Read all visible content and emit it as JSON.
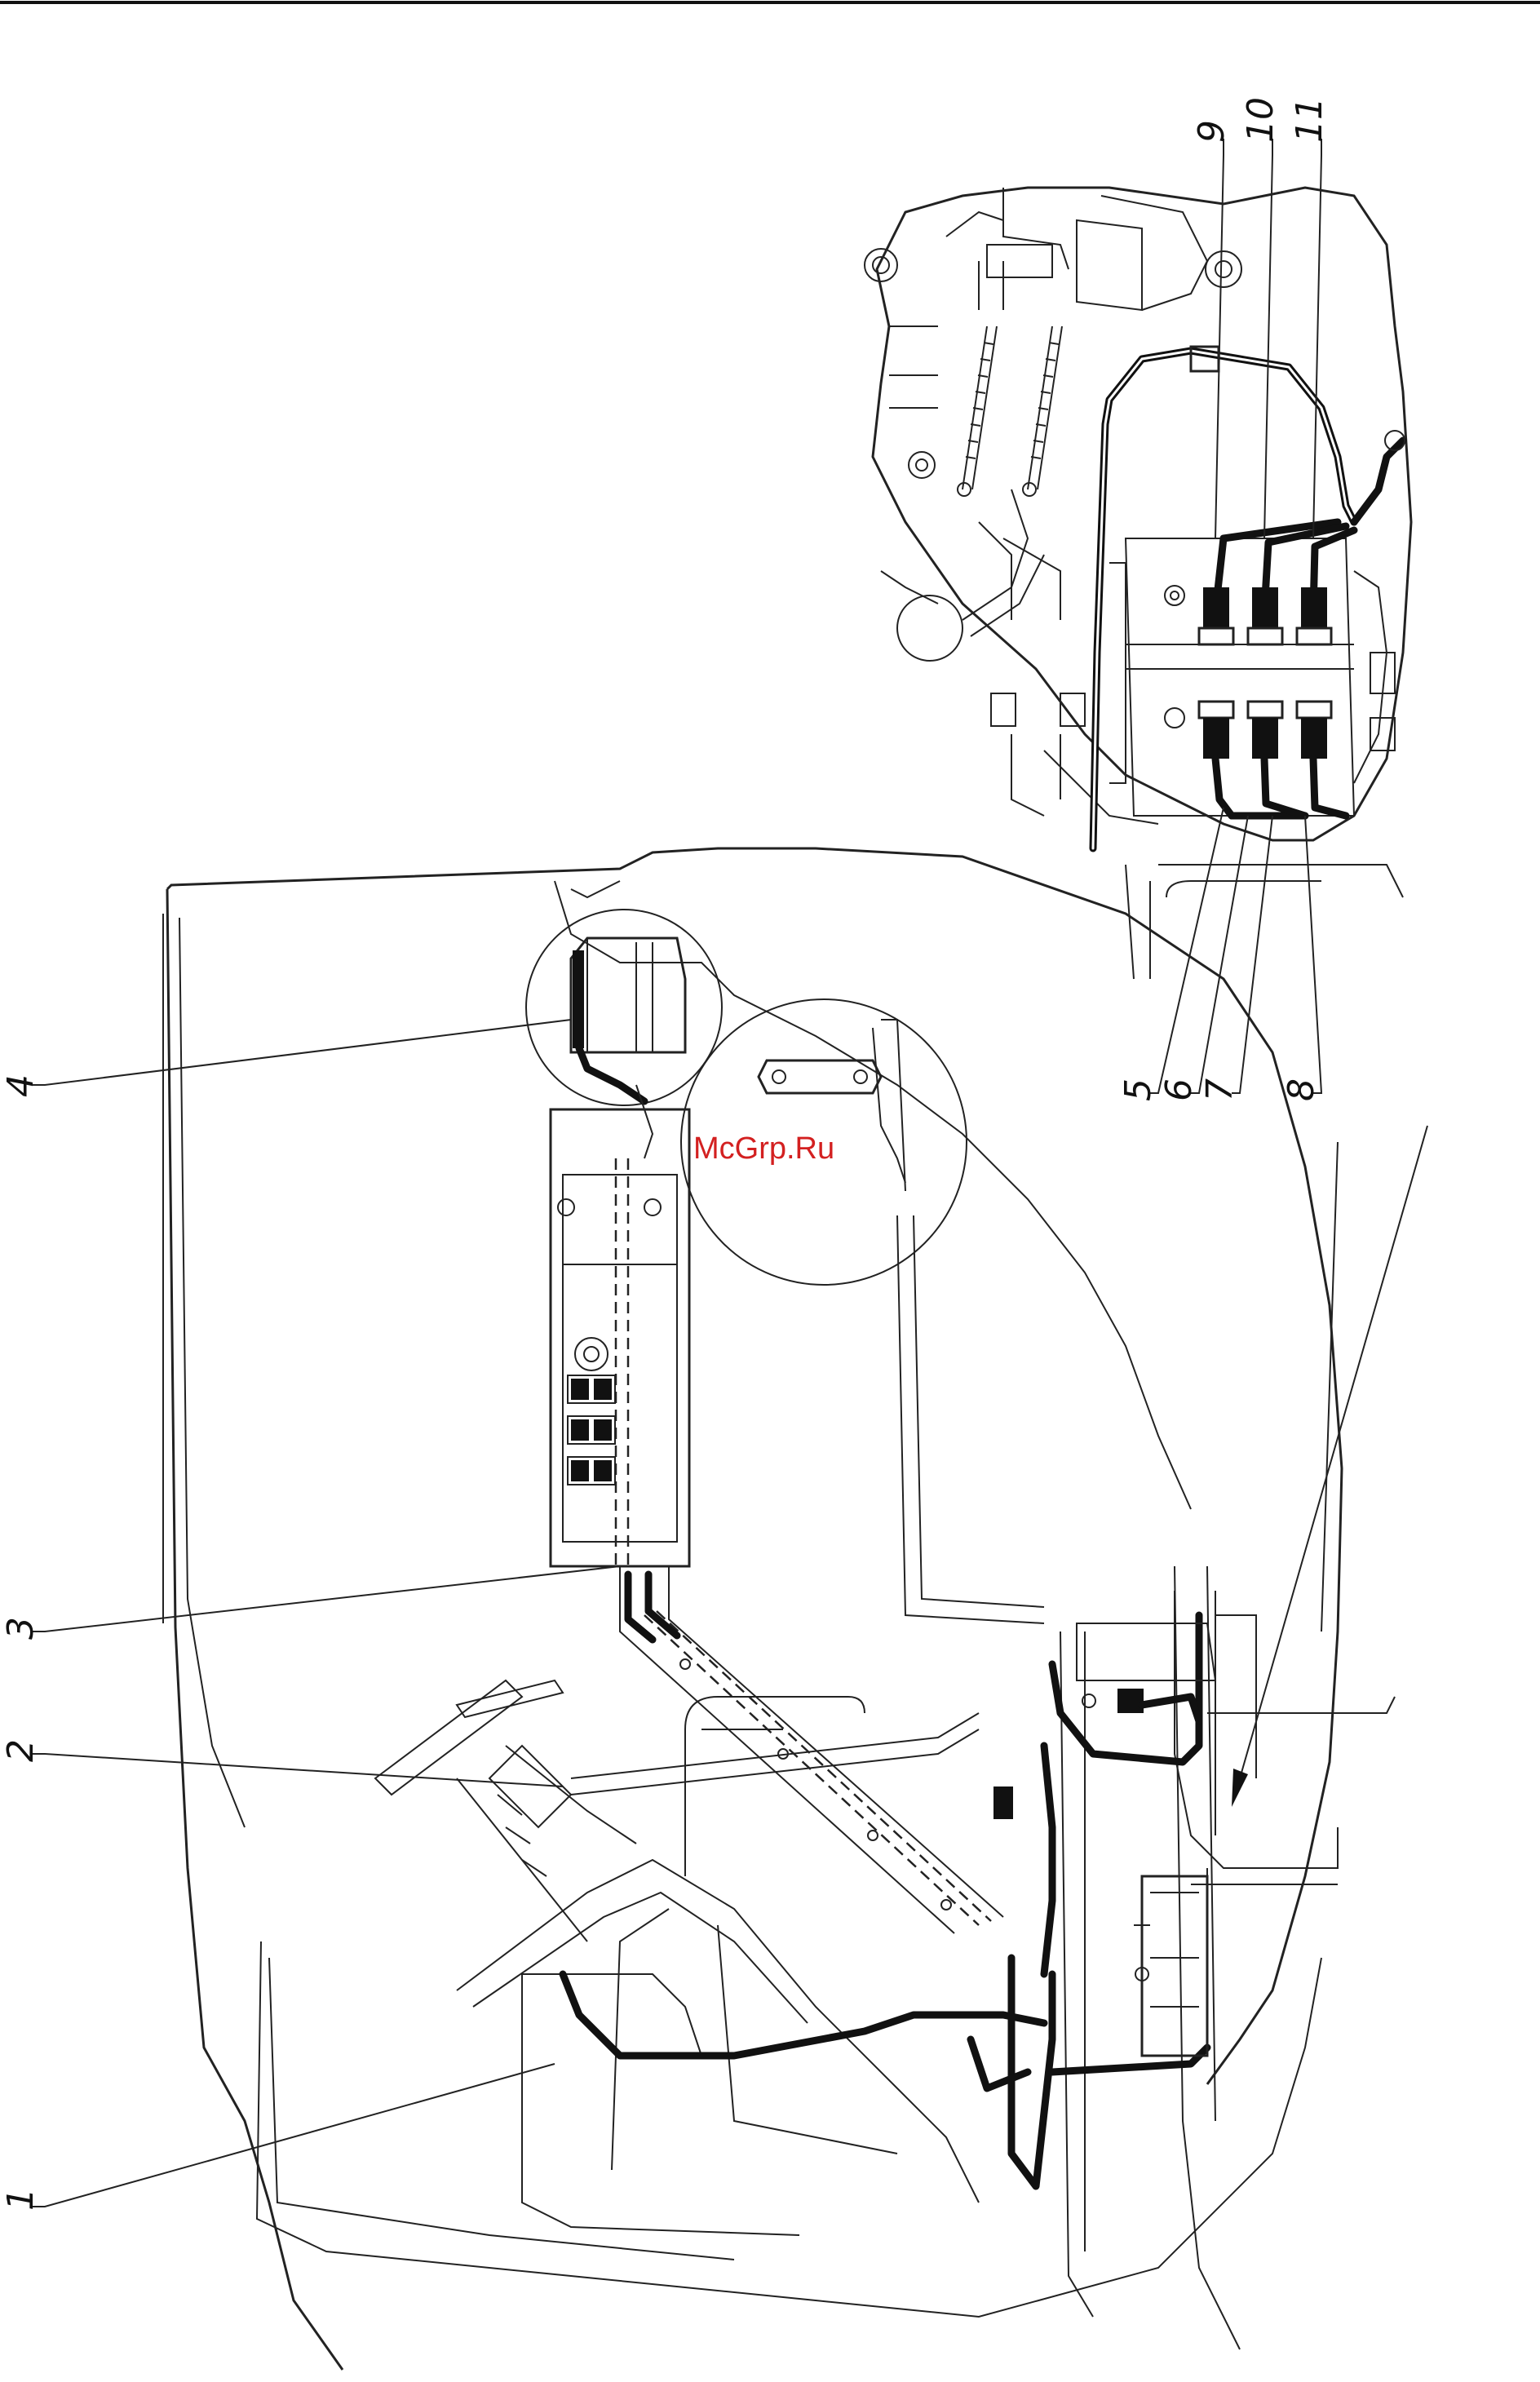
{
  "watermark": "McGrp.Ru",
  "callouts": [
    {
      "id": "1",
      "label": "1"
    },
    {
      "id": "2",
      "label": "2"
    },
    {
      "id": "3",
      "label": "3"
    },
    {
      "id": "4",
      "label": "4"
    },
    {
      "id": "5",
      "label": "5"
    },
    {
      "id": "6",
      "label": "6"
    },
    {
      "id": "7",
      "label": "7"
    },
    {
      "id": "8",
      "label": "8"
    },
    {
      "id": "9",
      "label": "9"
    },
    {
      "id": "10",
      "label": "10"
    },
    {
      "id": "11",
      "label": "11"
    }
  ]
}
